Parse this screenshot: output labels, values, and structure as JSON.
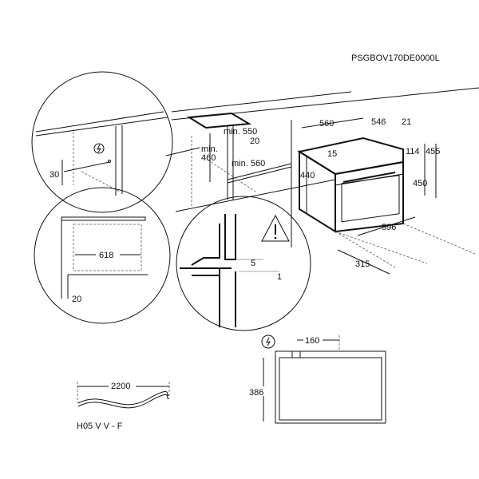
{
  "model_code": "PSGBOV170DE0000L",
  "dimensions": {
    "oven_width_top": "560",
    "oven_depth": "546",
    "front_offset": "21",
    "top_offset": "15",
    "height_440": "440",
    "height_114": "114",
    "height_455": "455",
    "height_450": "450",
    "width_596": "596",
    "door_clearance": "315",
    "niche_min_550": "min. 550",
    "niche_20": "20",
    "niche_min_460_line1": "min.",
    "niche_min_460_line2": "460",
    "niche_min_560": "min. 560",
    "socket_30": "30",
    "width_618": "618",
    "side_20": "20",
    "gap_5": "5",
    "gap_1": "1",
    "cable_length": "2200",
    "cable_type": "H05 V V - F",
    "socket_offset_160": "160",
    "socket_height_386": "386"
  },
  "icons": [
    "electric-socket-icon",
    "warning-triangle-icon"
  ]
}
